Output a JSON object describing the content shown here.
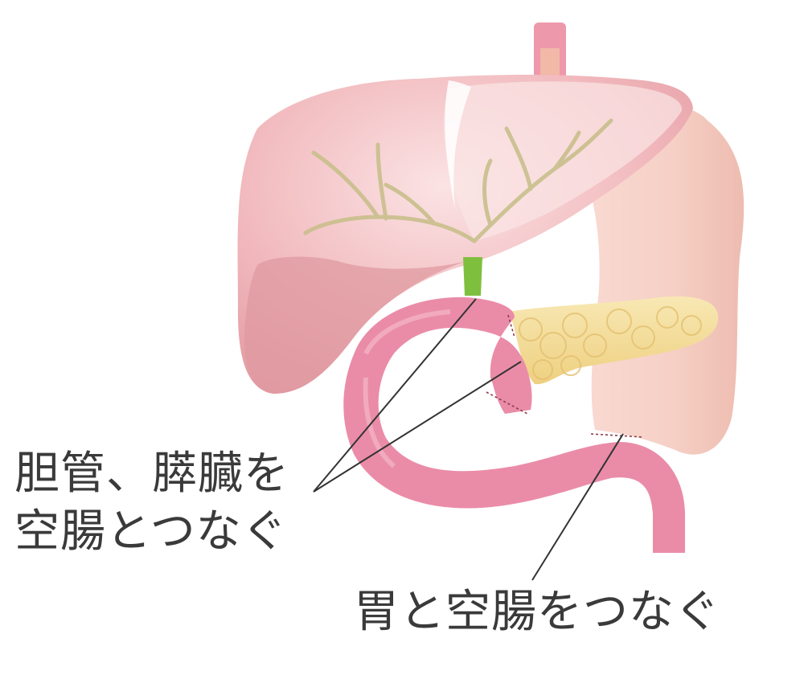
{
  "labels": {
    "bile_pancreas_line1": "胆管、膵臓を",
    "bile_pancreas_line2": "空腸とつなぐ",
    "stomach_jejunum": "胃と空腸をつなぐ"
  },
  "colors": {
    "liver": "#f0b4b8",
    "liver_dark": "#e29aa0",
    "stomach": "#f7d4cc",
    "jejunum": "#ea8ca8",
    "pancreas": "#f3dd94",
    "bile_duct": "#8bc34a",
    "bile_vessels": "#c9bf8c",
    "leader_line": "#333333",
    "text": "#3a3a3a"
  }
}
